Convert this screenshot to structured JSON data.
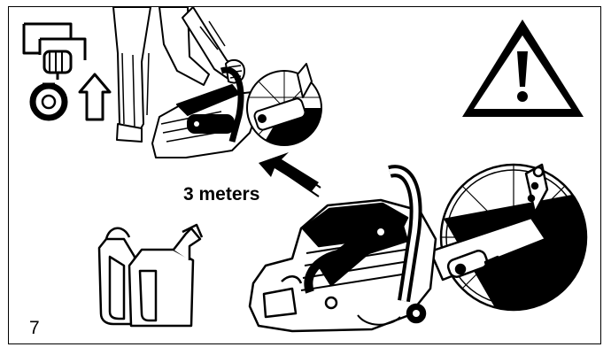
{
  "figure": {
    "distance_label": "3 meters",
    "page_number": "7"
  },
  "icons": {
    "warning": "warning-triangle-icon",
    "pull_start": "hand-pull-starter-icon",
    "up_arrow": "up-arrow-icon",
    "fuel_can": "fuel-can-icon",
    "operator": "operator-with-cutoff-saw",
    "saw": "power-cutter-saw"
  },
  "colors": {
    "ink": "#000000",
    "paper": "#ffffff"
  }
}
